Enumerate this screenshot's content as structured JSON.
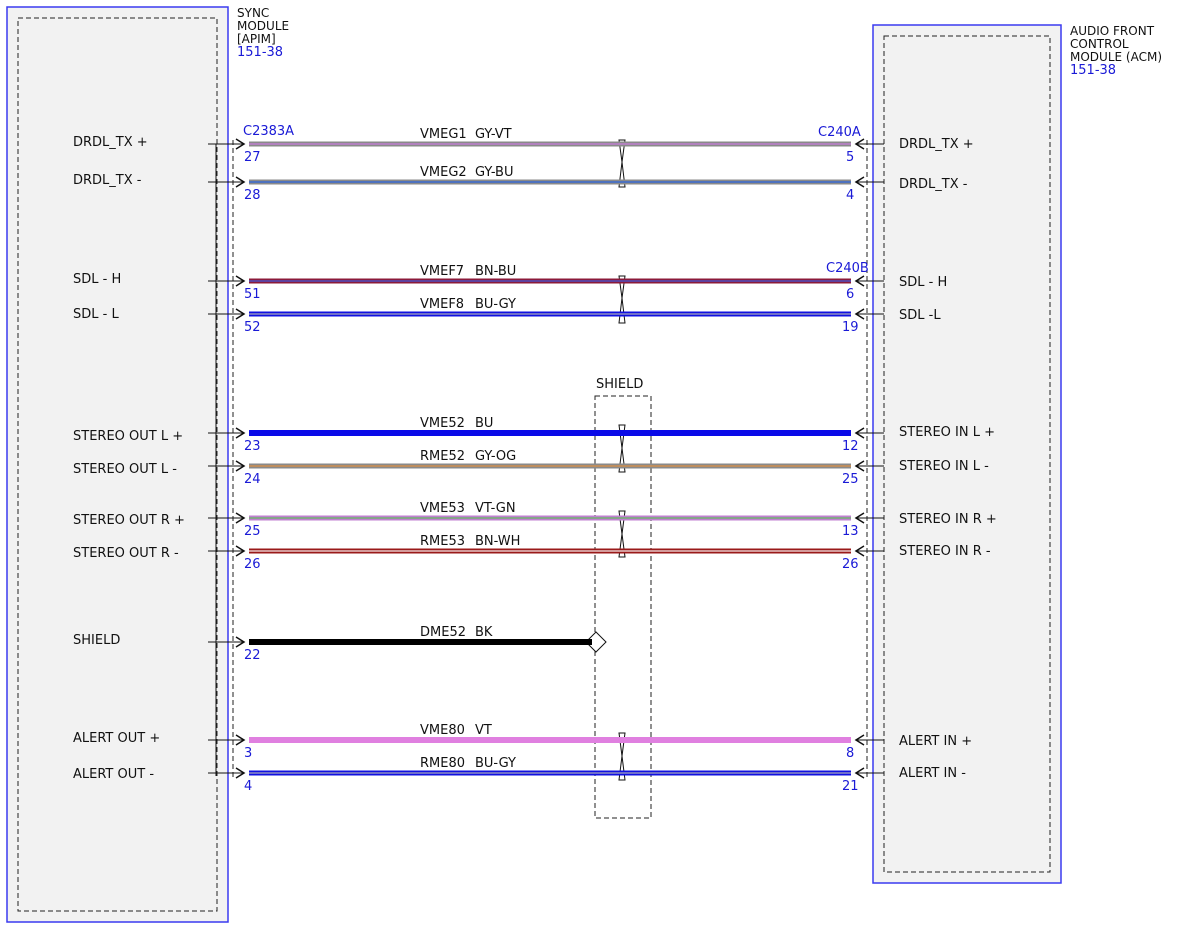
{
  "colors": {
    "module_border": "#3a3af0",
    "module_fill": "#f2f2f2",
    "connector_text": "#1a1ad6",
    "wire_black": "#000000"
  },
  "left_module": {
    "title_lines": [
      "SYNC",
      "MODULE",
      "[APIM]"
    ],
    "page_ref": "151-38",
    "connector": "C2383A"
  },
  "right_module": {
    "title_lines": [
      "AUDIO FRONT",
      "CONTROL",
      "MODULE (ACM)"
    ],
    "page_ref": "151-38",
    "connectors": [
      "C240A",
      "C240B"
    ]
  },
  "shield_label": "SHIELD",
  "wires": [
    {
      "left_label": "DRDL_TX +",
      "left_pin": "27",
      "circuit": "VMEG1",
      "color_code": "GY-VT",
      "right_pin": "5",
      "right_label": "DRDL_TX +",
      "stripe": [
        "#8a8a8a",
        "#c080d0"
      ]
    },
    {
      "left_label": "DRDL_TX -",
      "left_pin": "28",
      "circuit": "VMEG2",
      "color_code": "GY-BU",
      "right_pin": "4",
      "right_label": "DRDL_TX -",
      "stripe": [
        "#8a8a8a",
        "#3a6ad0"
      ]
    },
    {
      "left_label": "SDL - H",
      "left_pin": "51",
      "circuit": "VMEF7",
      "color_code": "BN-BU",
      "right_pin": "6",
      "right_label": "SDL - H",
      "stripe": [
        "#8b1a3a",
        "#5050c0"
      ]
    },
    {
      "left_label": "SDL - L",
      "left_pin": "52",
      "circuit": "VMEF8",
      "color_code": "BU-GY",
      "right_pin": "19",
      "right_label": "SDL -L",
      "stripe": [
        "#1010e0",
        "#9090c0"
      ]
    },
    {
      "left_label": "STEREO OUT L +",
      "left_pin": "23",
      "circuit": "VME52",
      "color_code": "BU",
      "right_pin": "12",
      "right_label": "STEREO IN L +",
      "stripe": [
        "#0a0ae8",
        "#0a0ae8"
      ]
    },
    {
      "left_label": "STEREO OUT L -",
      "left_pin": "24",
      "circuit": "RME52",
      "color_code": "GY-OG",
      "right_pin": "25",
      "right_label": "STEREO IN L -",
      "stripe": [
        "#8a8a8a",
        "#d09050"
      ]
    },
    {
      "left_label": "STEREO OUT R +",
      "left_pin": "25",
      "circuit": "VME53",
      "color_code": "VT-GN",
      "right_pin": "13",
      "right_label": "STEREO IN R +",
      "stripe": [
        "#c080d0",
        "#70b070"
      ]
    },
    {
      "left_label": "STEREO OUT R -",
      "left_pin": "26",
      "circuit": "RME53",
      "color_code": "BN-WH",
      "right_pin": "26",
      "right_label": "STEREO IN R -",
      "stripe": [
        "#9a1a1a",
        "#e8c8c8"
      ]
    },
    {
      "left_label": "SHIELD",
      "left_pin": "22",
      "circuit": "DME52",
      "color_code": "BK",
      "right_pin": "",
      "right_label": "",
      "stripe": [
        "#000000",
        "#000000"
      ]
    },
    {
      "left_label": "ALERT OUT +",
      "left_pin": "3",
      "circuit": "VME80",
      "color_code": "VT",
      "right_pin": "8",
      "right_label": "ALERT IN +",
      "stripe": [
        "#e080e0",
        "#e080e0"
      ]
    },
    {
      "left_label": "ALERT OUT -",
      "left_pin": "4",
      "circuit": "RME80",
      "color_code": "BU-GY",
      "right_pin": "21",
      "right_label": "ALERT IN -",
      "stripe": [
        "#1010e0",
        "#9090c0"
      ]
    }
  ]
}
